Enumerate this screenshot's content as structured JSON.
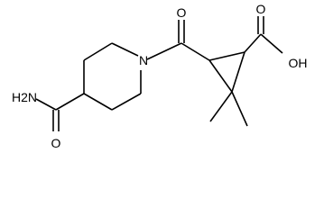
{
  "molecule": {
    "atoms": {
      "ring_nitrogen": "N",
      "amide_oxygen": "O",
      "amide_nitrogen": "H2N",
      "ketone_oxygen": "O",
      "acid_hydroxyl": "OH",
      "acid_oxygen": "O"
    }
  },
  "colors": {
    "bond": "#000000",
    "background": "#ffffff"
  }
}
